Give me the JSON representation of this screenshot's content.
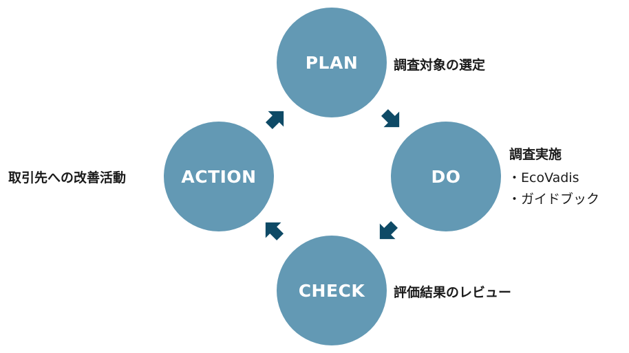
{
  "colors": {
    "circle": "#6399b4",
    "arrow": "#0e4a66",
    "text": "#1a1a1a"
  },
  "cycle": {
    "plan": {
      "title": "PLAN",
      "label": "調査対象の選定"
    },
    "do": {
      "title": "DO",
      "label": "調査実施",
      "items": [
        "・EcoVadis",
        "・ガイドブック"
      ]
    },
    "check": {
      "title": "CHECK",
      "label": "評価結果のレビュー"
    },
    "action": {
      "title": "ACTION",
      "label": "取引先への改善活動"
    }
  }
}
